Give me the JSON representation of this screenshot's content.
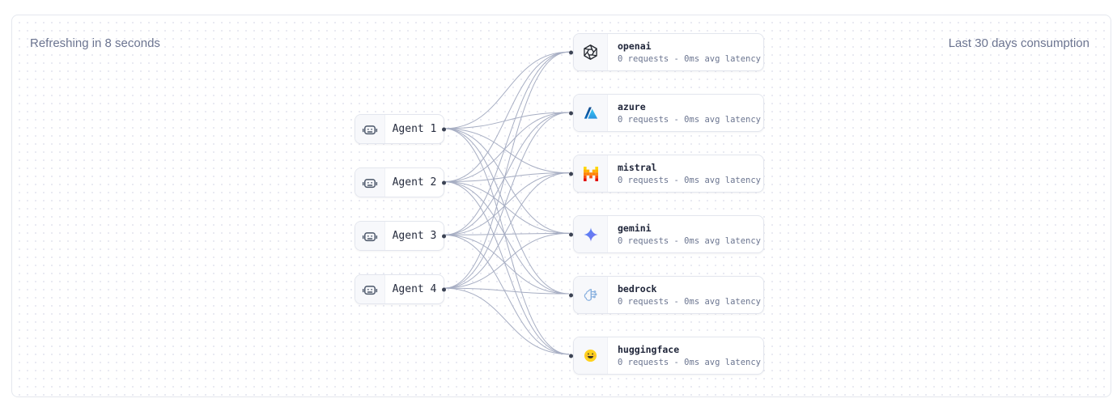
{
  "header": {
    "refresh_text": "Refreshing in 8 seconds",
    "consumption_text": "Last 30 days consumption"
  },
  "agents": [
    {
      "id": "agent-1",
      "label": "Agent 1",
      "icon": "robot-icon"
    },
    {
      "id": "agent-2",
      "label": "Agent 2",
      "icon": "robot-icon"
    },
    {
      "id": "agent-3",
      "label": "Agent 3",
      "icon": "robot-icon"
    },
    {
      "id": "agent-4",
      "label": "Agent 4",
      "icon": "robot-icon"
    }
  ],
  "providers": [
    {
      "id": "openai",
      "label": "openai",
      "stats": "0 requests - 0ms avg latency",
      "icon": "openai-icon"
    },
    {
      "id": "azure",
      "label": "azure",
      "stats": "0 requests - 0ms avg latency",
      "icon": "azure-icon"
    },
    {
      "id": "mistral",
      "label": "mistral",
      "stats": "0 requests - 0ms avg latency",
      "icon": "mistral-icon"
    },
    {
      "id": "gemini",
      "label": "gemini",
      "stats": "0 requests - 0ms avg latency",
      "icon": "gemini-icon"
    },
    {
      "id": "bedrock",
      "label": "bedrock",
      "stats": "0 requests - 0ms avg latency",
      "icon": "bedrock-icon"
    },
    {
      "id": "huggingface",
      "label": "huggingface",
      "stats": "0 requests - 0ms avg latency",
      "icon": "huggingface-icon"
    }
  ],
  "edges": [
    {
      "source": "agent-1",
      "target": "openai"
    },
    {
      "source": "agent-1",
      "target": "azure"
    },
    {
      "source": "agent-1",
      "target": "mistral"
    },
    {
      "source": "agent-1",
      "target": "gemini"
    },
    {
      "source": "agent-1",
      "target": "bedrock"
    },
    {
      "source": "agent-1",
      "target": "huggingface"
    },
    {
      "source": "agent-2",
      "target": "openai"
    },
    {
      "source": "agent-2",
      "target": "azure"
    },
    {
      "source": "agent-2",
      "target": "mistral"
    },
    {
      "source": "agent-2",
      "target": "gemini"
    },
    {
      "source": "agent-2",
      "target": "bedrock"
    },
    {
      "source": "agent-2",
      "target": "huggingface"
    },
    {
      "source": "agent-3",
      "target": "openai"
    },
    {
      "source": "agent-3",
      "target": "azure"
    },
    {
      "source": "agent-3",
      "target": "mistral"
    },
    {
      "source": "agent-3",
      "target": "gemini"
    },
    {
      "source": "agent-3",
      "target": "bedrock"
    },
    {
      "source": "agent-3",
      "target": "huggingface"
    },
    {
      "source": "agent-4",
      "target": "openai"
    },
    {
      "source": "agent-4",
      "target": "azure"
    },
    {
      "source": "agent-4",
      "target": "mistral"
    },
    {
      "source": "agent-4",
      "target": "gemini"
    },
    {
      "source": "agent-4",
      "target": "bedrock"
    },
    {
      "source": "agent-4",
      "target": "huggingface"
    }
  ],
  "colors": {
    "edge": "#a7aec3",
    "handle": "#3c4354",
    "header_text": "#6b7490",
    "node_border": "#e3e6ee",
    "node_title": "#20263a",
    "node_subtitle": "#6b7590"
  }
}
